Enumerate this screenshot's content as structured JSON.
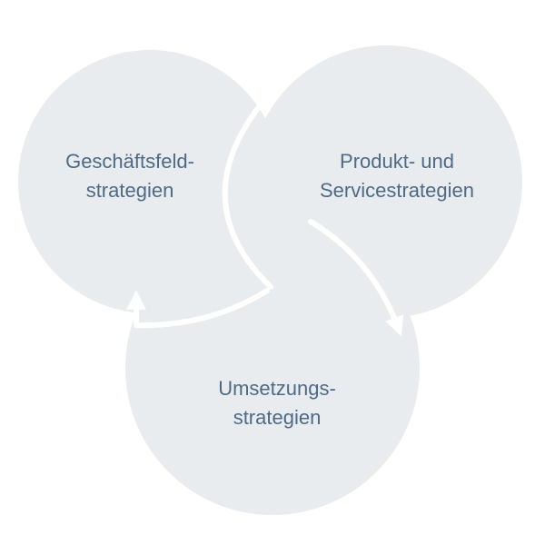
{
  "colors": {
    "background": "#ffffff",
    "circle_fill": "#e9ecef",
    "arrow": "#ffffff",
    "text": "#4e6a86"
  },
  "diagram": {
    "nodes": [
      {
        "id": "geschaeftsfeld",
        "line1": "Geschäftsfeld-",
        "line2": "strategien"
      },
      {
        "id": "produkt-service",
        "line1": "Produkt- und",
        "line2": "Servicestrategien"
      },
      {
        "id": "umsetzung",
        "line1": "Umsetzungs-",
        "line2": "strategien"
      }
    ],
    "arrows": [
      {
        "from": "geschaeftsfeld",
        "to": "produkt-service"
      },
      {
        "from": "produkt-service",
        "to": "umsetzung"
      },
      {
        "from": "umsetzung",
        "to": "geschaeftsfeld"
      }
    ]
  }
}
